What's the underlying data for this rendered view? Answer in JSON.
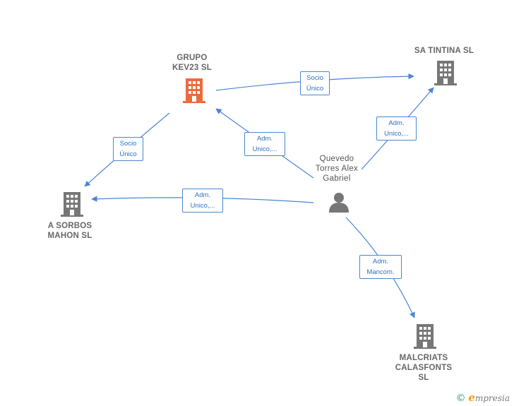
{
  "colors": {
    "edge": "#4a86d4",
    "building_default": "#777777",
    "building_highlight": "#ee6a3a",
    "person": "#777777"
  },
  "nodes": {
    "grupo_kev23": {
      "label": "GRUPO\nKEV23  SL",
      "icon": "building-icon",
      "highlight": true
    },
    "sa_tintina": {
      "label": "SA TINTINA  SL",
      "icon": "building-icon"
    },
    "a_sorbos_mahon": {
      "label": "A SORBOS\nMAHON  SL",
      "icon": "building-icon"
    },
    "malcriats": {
      "label": "MALCRIATS\nCALASFONTS\nSL",
      "icon": "building-icon"
    },
    "quevedo": {
      "label": "Quevedo\nTorres Alex\nGabriel",
      "icon": "person-icon"
    }
  },
  "edges": [
    {
      "from": "grupo_kev23",
      "to": "sa_tintina",
      "label": "Socio\nÚnico"
    },
    {
      "from": "grupo_kev23",
      "to": "a_sorbos_mahon",
      "label": "Socio\nÚnico"
    },
    {
      "from": "quevedo",
      "to": "grupo_kev23",
      "label": "Adm.\nUnico,..."
    },
    {
      "from": "quevedo",
      "to": "sa_tintina",
      "label": "Adm.\nUnico,..."
    },
    {
      "from": "quevedo",
      "to": "a_sorbos_mahon",
      "label": "Adm.\nUnico,..."
    },
    {
      "from": "quevedo",
      "to": "malcriats",
      "label": "Adm.\nMancom."
    }
  ],
  "brand": {
    "copyright": "©",
    "name": "mpresia",
    "initial": "e"
  }
}
